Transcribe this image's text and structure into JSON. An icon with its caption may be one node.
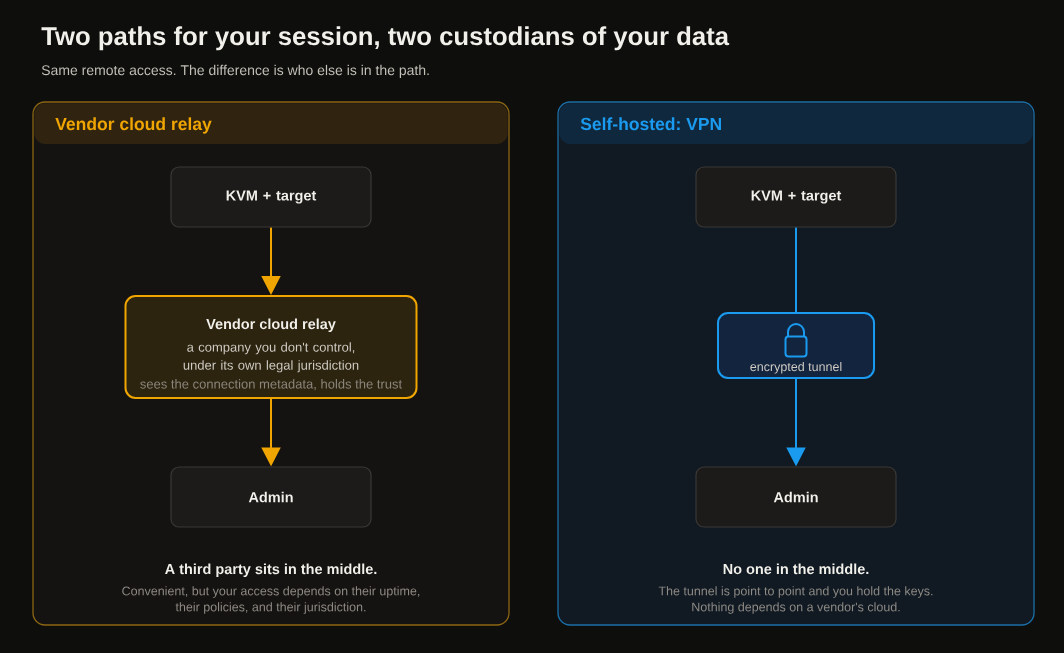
{
  "diagram": {
    "title": "Two paths for your session, two custodians of your data",
    "nodes": [
      {
        "text": [
          "Vendor cloud relay",
          "A third party sits in the middle.",
          "Convenient, but your access depends on their uptime, their policies, and their jurisdiction."
        ]
      },
      {
        "text": [
          "KVM + target"
        ],
        "in": 0
      },
      {
        "text": [
          "Vendor cloud relay",
          "a company you don't control, under its own legal jurisdiction",
          "sees the connection metadata, holds the trust"
        ],
        "in": 0
      },
      {
        "text": [
          "Admin"
        ],
        "in": 0
      },
      {
        "text": [
          "Self-hosted: VPN",
          "No one in the middle.",
          "The tunnel is point to point and you hold the keys. Nothing depends on a vendor's cloud."
        ]
      },
      {
        "text": [
          "KVM + target"
        ],
        "in": 4
      },
      {
        "text": [
          "encrypted tunnel"
        ],
        "in": 4
      },
      {
        "text": [
          "Admin"
        ],
        "in": 4
      }
    ],
    "edges": [
      {
        "from": 1,
        "to": 2,
        "arrow": "to",
        "color": "#f0a500"
      },
      {
        "from": 2,
        "to": 3,
        "arrow": "to",
        "color": "#f0a500"
      },
      {
        "from": 5,
        "to": 6,
        "arrow": "none",
        "color": "#1a9bf0"
      },
      {
        "from": 6,
        "to": 7,
        "arrow": "to",
        "color": "#1a9bf0"
      }
    ],
    "labels": [
      "Same remote access. The difference is who else is in the path."
    ]
  }
}
